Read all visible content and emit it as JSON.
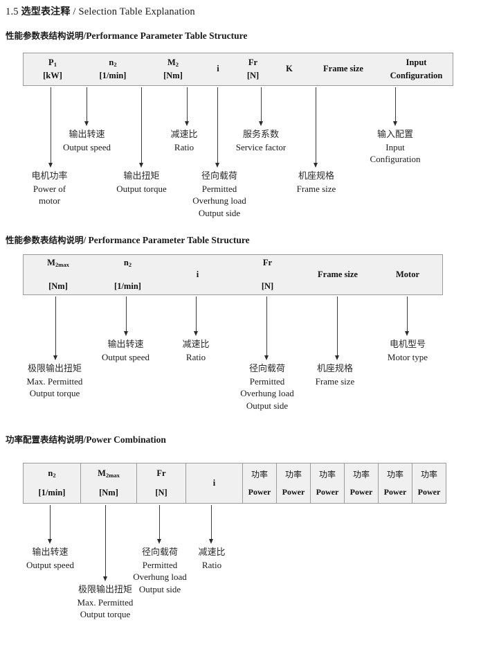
{
  "title": {
    "number": "1.5",
    "cn": "选型表注释",
    "sep": "/",
    "en": "Selection Table Explanation"
  },
  "sections": [
    {
      "id": "performance-parameter-1",
      "heading_cn": "性能参数表结构说明",
      "heading_sep": "/",
      "heading_en": "Performance Parameter Table Structure",
      "columns": [
        {
          "symbol": "P",
          "sub": "1",
          "unit": "[kW]"
        },
        {
          "symbol": "n",
          "sub": "2",
          "unit": "[1/min]"
        },
        {
          "symbol": "M",
          "sub": "2",
          "unit": "[Nm]"
        },
        {
          "symbol": "i",
          "sub": "",
          "unit": ""
        },
        {
          "symbol": "Fr",
          "sub": "",
          "unit": "[N]"
        },
        {
          "symbol": "K",
          "sub": "",
          "unit": ""
        },
        {
          "symbol": "Frame size",
          "sub": "",
          "unit": ""
        },
        {
          "symbol": "Input",
          "sub": "",
          "unit": "Configuration"
        }
      ],
      "annotations": [
        {
          "cn": "电机功率",
          "en": [
            "Power of",
            "motor"
          ]
        },
        {
          "cn": "输出转速",
          "en": [
            "Output speed"
          ]
        },
        {
          "cn": "输出扭矩",
          "en": [
            "Output torque"
          ]
        },
        {
          "cn": "减速比",
          "en": [
            "Ratio"
          ]
        },
        {
          "cn": "径向载荷",
          "en": [
            "Permitted",
            "Overhung load",
            "Output side"
          ]
        },
        {
          "cn": "服务系数",
          "en": [
            "Service factor"
          ]
        },
        {
          "cn": "机座规格",
          "en": [
            "Frame size"
          ]
        },
        {
          "cn": "输入配置",
          "en": [
            "Input",
            "Configuration"
          ]
        }
      ]
    },
    {
      "id": "performance-parameter-2",
      "heading_cn": "性能参数表结构说明",
      "heading_sep": "/",
      "heading_en": "Performance Parameter Table Structure",
      "columns": [
        {
          "symbol": "M",
          "sub": "2max",
          "unit": "[Nm]"
        },
        {
          "symbol": "n",
          "sub": "2",
          "unit": "[1/min]"
        },
        {
          "symbol": "i",
          "sub": "",
          "unit": ""
        },
        {
          "symbol": "Fr",
          "sub": "",
          "unit": "[N]"
        },
        {
          "symbol": "Frame size",
          "sub": "",
          "unit": ""
        },
        {
          "symbol": "Motor",
          "sub": "",
          "unit": ""
        }
      ],
      "annotations": [
        {
          "cn": "极限输出扭矩",
          "en": [
            "Max. Permitted",
            "Output  torque"
          ]
        },
        {
          "cn": "输出转速",
          "en": [
            "Output speed"
          ]
        },
        {
          "cn": "减速比",
          "en": [
            "Ratio"
          ]
        },
        {
          "cn": "径向载荷",
          "en": [
            "Permitted",
            "Overhung load",
            "Output side"
          ]
        },
        {
          "cn": "机座规格",
          "en": [
            "Frame size"
          ]
        },
        {
          "cn": "电机型号",
          "en": [
            "Motor type"
          ]
        }
      ]
    },
    {
      "id": "power-combination",
      "heading_cn": "功率配置表结构说明",
      "heading_sep": "/",
      "heading_en": "Power Combination",
      "columns": [
        {
          "symbol": "n",
          "sub": "2",
          "unit": "[1/min]"
        },
        {
          "symbol": "M",
          "sub": "2max",
          "unit": "[Nm]"
        },
        {
          "symbol": "Fr",
          "sub": "",
          "unit": "[N]"
        },
        {
          "symbol": "i",
          "sub": "",
          "unit": ""
        },
        {
          "cn_label": "功率",
          "en_label": "Power"
        },
        {
          "cn_label": "功率",
          "en_label": "Power"
        },
        {
          "cn_label": "功率",
          "en_label": "Power"
        },
        {
          "cn_label": "功率",
          "en_label": "Power"
        },
        {
          "cn_label": "功率",
          "en_label": "Power"
        },
        {
          "cn_label": "功率",
          "en_label": "Power"
        }
      ],
      "annotations": [
        {
          "cn": "输出转速",
          "en": [
            "Output speed"
          ]
        },
        {
          "cn": "极限输出扭矩",
          "en": [
            "Max. Permitted",
            "Output  torque"
          ]
        },
        {
          "cn": "径向载荷",
          "en": [
            "Permitted",
            "Overhung load",
            "Output side"
          ]
        },
        {
          "cn": "减速比",
          "en": [
            "Ratio"
          ]
        }
      ]
    }
  ],
  "colors": {
    "table_fill": "#f0f0f0",
    "table_border": "#9a9a9a",
    "arrow": "#2b2b2b",
    "text": "#1a1a1a",
    "page": "#ffffff"
  }
}
